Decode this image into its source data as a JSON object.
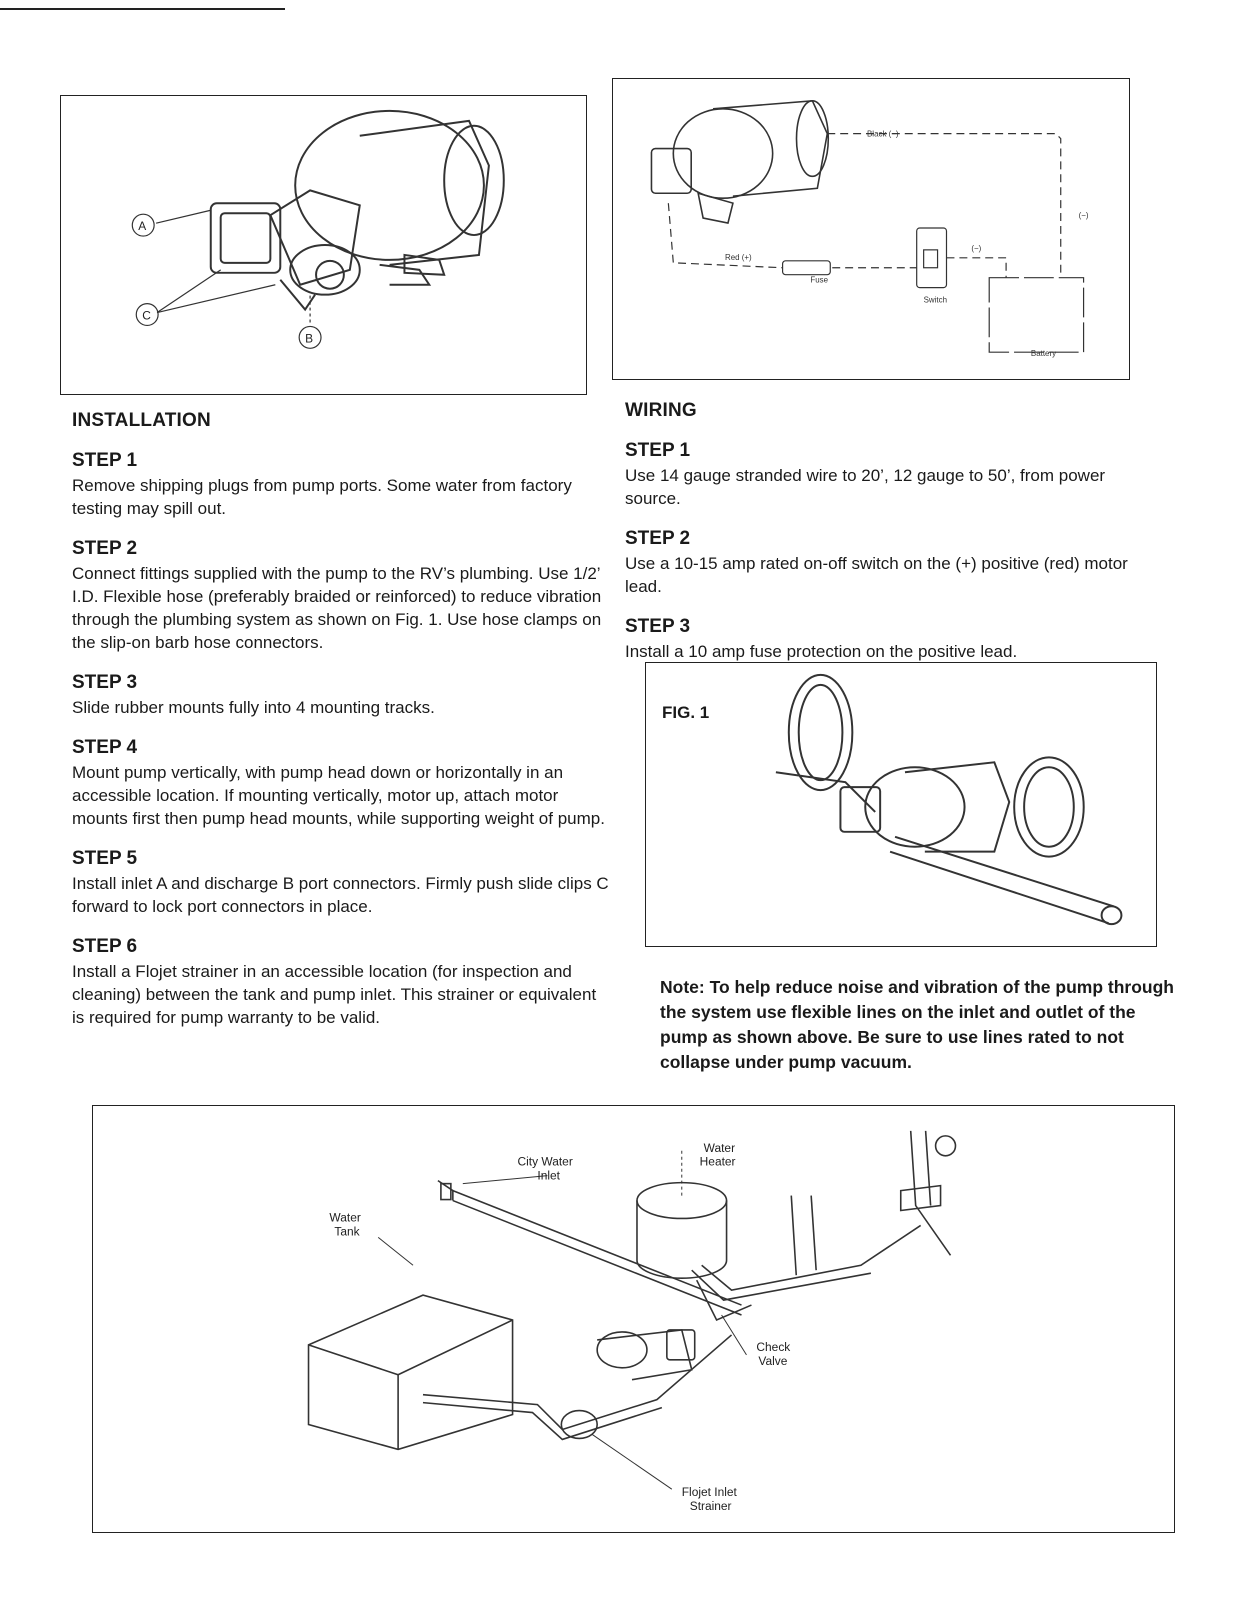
{
  "installation": {
    "title": "INSTALLATION",
    "steps": [
      {
        "heading": "STEP 1",
        "text": "Remove shipping plugs from pump ports. Some water from factory testing may spill out."
      },
      {
        "heading": "STEP 2",
        "text": "Connect fittings supplied with the pump to the RV’s plumbing. Use 1/2’ I.D. Flexible hose (preferably braided or reinforced) to reduce vibration through the plumbing system as shown on Fig. 1. Use hose clamps on the slip-on barb hose connectors."
      },
      {
        "heading": "STEP 3",
        "text": "Slide rubber mounts fully into 4 mounting tracks."
      },
      {
        "heading": "STEP 4",
        "text": "Mount pump vertically, with pump head down or horizontally in an accessible location. If mounting vertically, motor up, attach motor mounts first then pump head mounts, while supporting weight of pump."
      },
      {
        "heading": "STEP 5",
        "text": "Install inlet A and discharge B port connectors. Firmly push slide clips C forward to lock port connectors in place."
      },
      {
        "heading": "STEP 6",
        "text": "Install a Flojet strainer in an accessible location (for inspection and cleaning) between the tank and pump inlet. This strainer or equivalent is required for pump warranty to be valid."
      }
    ]
  },
  "wiring": {
    "title": "WIRING",
    "steps": [
      {
        "heading": "STEP 1",
        "text": "Use 14 gauge stranded wire to 20’, 12 gauge to 50’, from power source."
      },
      {
        "heading": "STEP 2",
        "text": "Use a 10-15 amp rated on-off switch on the (+) positive (red) motor lead."
      },
      {
        "heading": "STEP 3",
        "text": "Install a 10 amp fuse protection on the positive lead."
      }
    ]
  },
  "note": "Note: To help reduce noise and vibration of the pump through the system use flexible lines on the inlet and outlet of the pump as shown above. Be sure to use lines rated to not collapse under pump vacuum.",
  "figures": {
    "ports": {
      "label_a": "A",
      "label_b": "B",
      "label_c": "C"
    },
    "wiring": {
      "black": "Black (−)",
      "neg": "(−)",
      "neg2": "(−)",
      "red": "Red (+)",
      "fuse": "Fuse",
      "switch": "Switch",
      "battery": "Battery"
    },
    "fig1": {
      "label": "FIG. 1"
    },
    "system": {
      "city_water": "City Water",
      "city_water2": "Inlet",
      "water_heater": "Water",
      "water_heater2": "Heater",
      "water_tank": "Water",
      "water_tank2": "Tank",
      "check_valve": "Check",
      "check_valve2": "Valve",
      "strainer": "Flojet Inlet",
      "strainer2": "Strainer"
    }
  }
}
